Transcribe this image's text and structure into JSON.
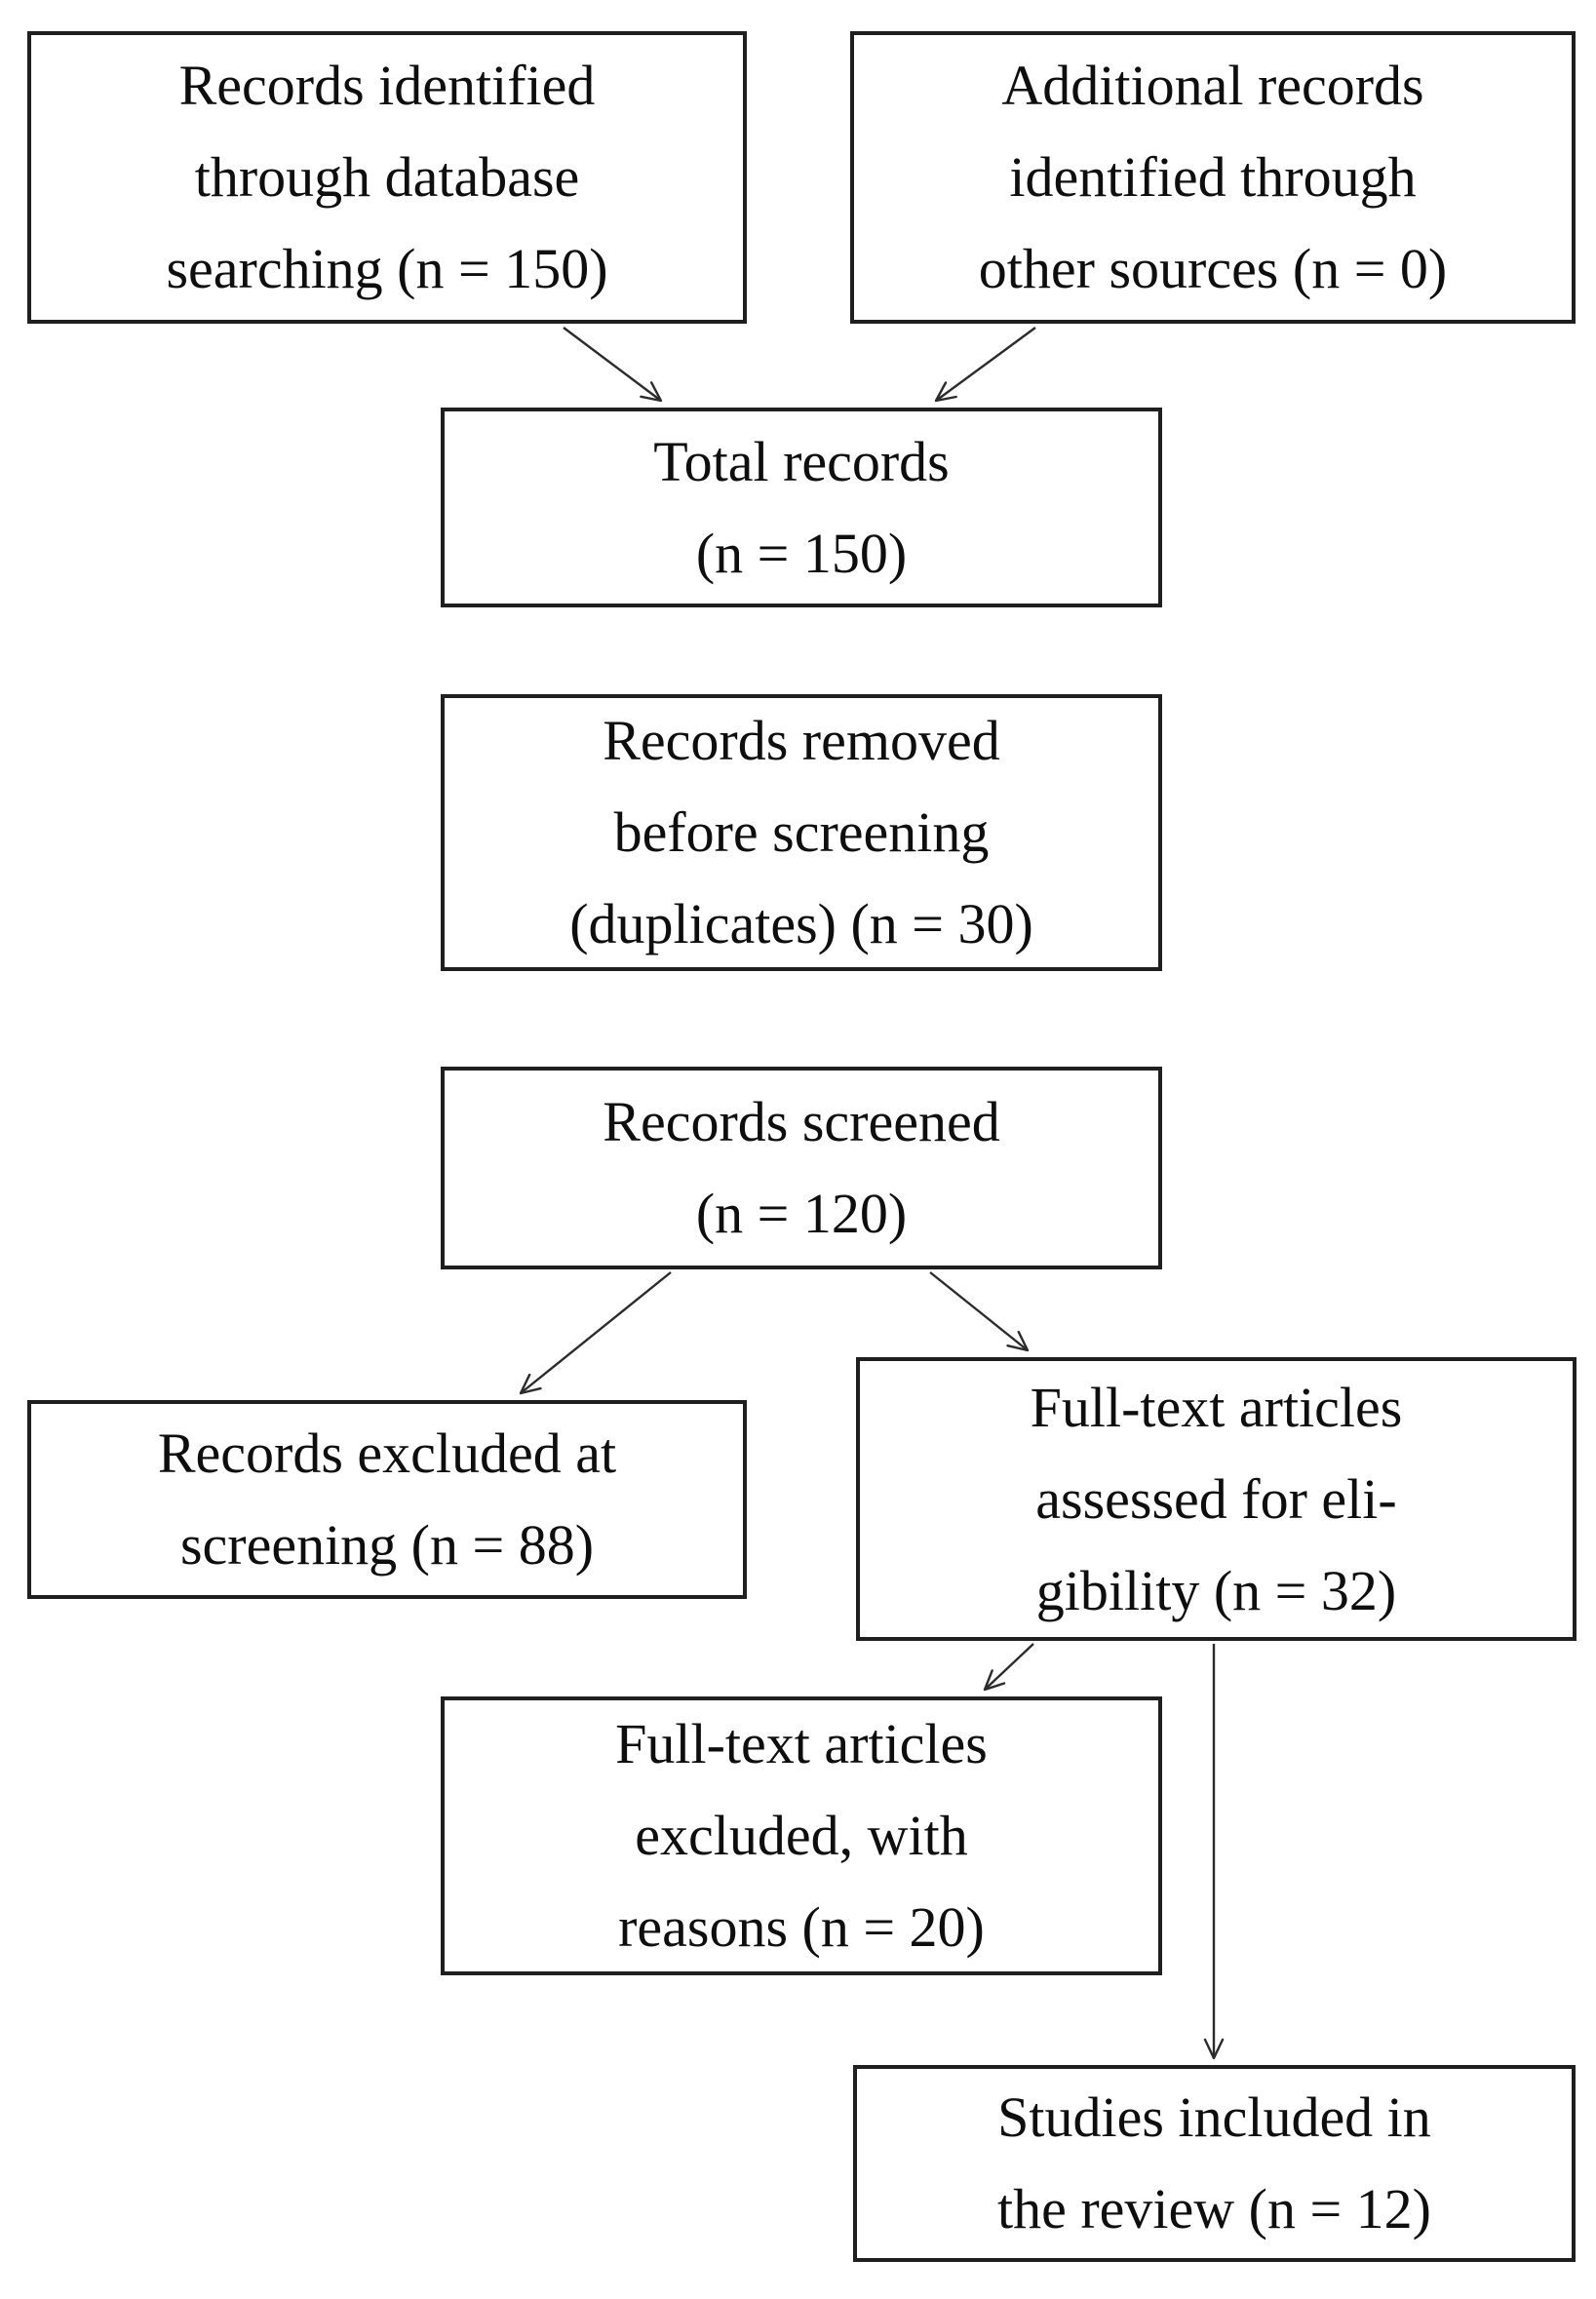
{
  "diagram": {
    "colors": {
      "background": "#ffffff",
      "box-border": "#1f1f1f",
      "text": "#0e0e0e",
      "arrow": "#2b2b2b"
    },
    "boxes": [
      {
        "id": "records-identified",
        "lines": [
          "Records identified",
          "through database",
          "searching (n = 150)"
        ]
      },
      {
        "id": "additional-records",
        "lines": [
          "Additional records",
          "identified through",
          "other sources (n = 0)"
        ]
      },
      {
        "id": "total-records",
        "lines": [
          "Total records",
          "(n = 150)"
        ]
      },
      {
        "id": "records-removed",
        "lines": [
          "Records removed",
          "before screening",
          "(duplicates) (n = 30)"
        ]
      },
      {
        "id": "records-screened",
        "lines": [
          "Records screened",
          "(n = 120)"
        ]
      },
      {
        "id": "records-excluded",
        "lines": [
          "Records excluded at",
          "screening (n = 88)"
        ]
      },
      {
        "id": "fulltext-assessed",
        "lines": [
          "Full-text articles",
          "assessed for eli-",
          "gibility (n = 32)"
        ]
      },
      {
        "id": "fulltext-excluded",
        "lines": [
          "Full-text articles",
          "excluded, with",
          "reasons (n = 20)"
        ]
      },
      {
        "id": "studies-included",
        "lines": [
          "Studies included in",
          "the review (n = 12)"
        ]
      }
    ]
  }
}
